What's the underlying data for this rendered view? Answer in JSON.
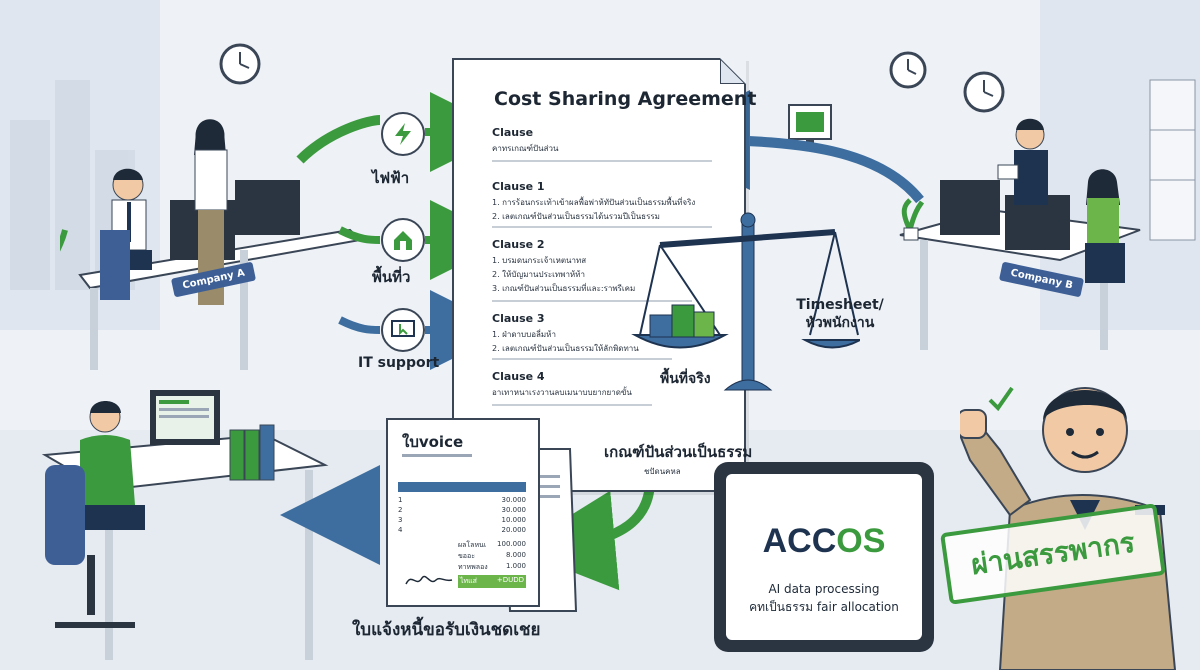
{
  "document": {
    "title": "Cost Sharing Agreement",
    "clauses": [
      {
        "head": "Clause",
        "lines": [
          "คาทรเกณฑ์ปันส่วน"
        ]
      },
      {
        "head": "Clause 1",
        "lines": [
          "1. การร้อนกระเท้าเข้าผลพื้อพ่าห้ทัปันส่วนเป็นธรรมพื้นที่จริง",
          "2. เลตเกณฑ์ปันส่วนเป็นธรรมได้นรวมปีเป็นธรรม"
        ]
      },
      {
        "head": "Clause 2",
        "lines": [
          "1. บรมดนกระเจ้าเหตนาทส",
          "2. ให้บัญมานประเทพาห้ท้า",
          "3. เกณฑ์ปันส่วนเป็นธรรมที่และ:ราพรีเคม"
        ]
      },
      {
        "head": "Clause 3",
        "lines": [
          "1. ฝ่าดาบบอลี่มห้า",
          "2. เลตเกณฑ์ปันส่วนเป็นธรรมให้ลักพิดทาน"
        ]
      },
      {
        "head": "Clause 4",
        "lines": [
          "อาเทาหนาเรงวานลบเมนาบบยากยาดขั้น"
        ]
      }
    ],
    "footer_caption": "เกณฑ์ปันส่วนเป็นธรรม",
    "signature": "ชปัดนคหล"
  },
  "left_inputs": [
    {
      "label": "ไฟฟ้า",
      "icon": "lightning-icon"
    },
    {
      "label": "พื้นที่ว",
      "icon": "building-icon"
    },
    {
      "label": "IT support",
      "icon": "monitor-cursor-icon"
    }
  ],
  "scale": {
    "left_label": "พื้นที่จริง",
    "right_label": "Timesheet/ หัวพนักงาน"
  },
  "companies": {
    "a": "Company A",
    "b": "Company B"
  },
  "invoice": {
    "title": "ใบvoice",
    "caption": "ใบแจ้งหนี้ขอรับเงินชดเชย",
    "rows": [
      {
        "no": "1",
        "amt": "30.000"
      },
      {
        "no": "2",
        "amt": "30.000"
      },
      {
        "no": "3",
        "amt": "10.000"
      },
      {
        "no": "4",
        "amt": "20.000"
      }
    ],
    "totals": [
      {
        "label": "ผลโลหนเ",
        "amt": "100.000"
      },
      {
        "label": "ขออะ",
        "amt": "8.000"
      },
      {
        "label": "ทาหพลอง",
        "amt": "1.000"
      }
    ],
    "grand_label": "ไทแส่",
    "grand_amt": "+DUDD"
  },
  "tablet": {
    "brand_part1": "ACC",
    "brand_part2": "OS",
    "line1": "AI data processing",
    "line2": "คทเป็นธรรม fair allocation"
  },
  "stamp": {
    "text": "ผ่านสรรพากร"
  },
  "colors": {
    "green": "#3b9a3e",
    "blue_arrow": "#3e6ea0",
    "navy": "#1e3350",
    "accent_green": "#6cb54a"
  }
}
